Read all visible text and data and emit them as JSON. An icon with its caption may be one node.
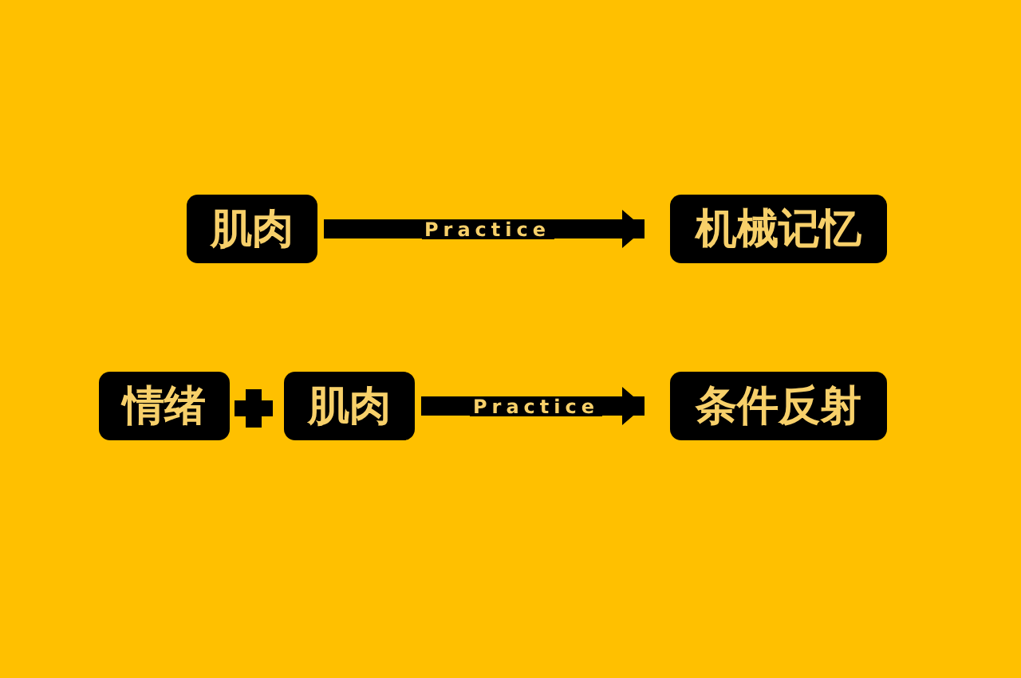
{
  "diagram": {
    "nodes": [
      {
        "text": [
          "肌肉"
        ]
      },
      {
        "text": [
          "机械记忆"
        ]
      },
      {
        "text": [
          "情绪"
        ]
      },
      {
        "text": [
          "肌肉"
        ]
      },
      {
        "text": [
          "条件反射"
        ]
      }
    ],
    "edges": [
      {
        "from": 0,
        "to": 1,
        "arrow": "to",
        "label": "Practice"
      },
      {
        "from": 3,
        "to": 4,
        "arrow": "to",
        "label": "Practice"
      }
    ]
  }
}
